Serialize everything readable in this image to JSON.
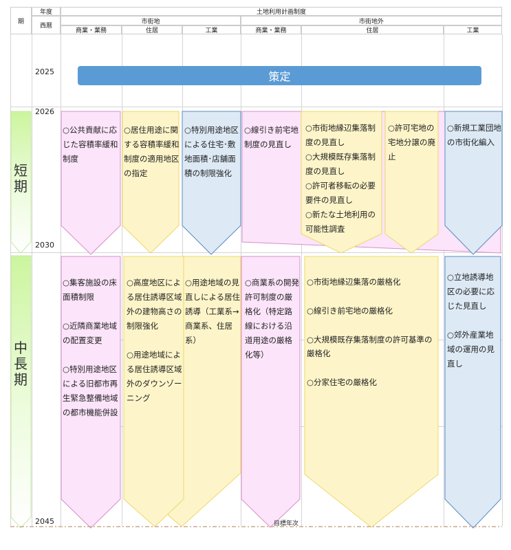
{
  "header": {
    "period": "期",
    "fiscal_year": "年度",
    "western_year": "西暦",
    "system": "土地利用計画制度",
    "urban": "市街地",
    "non_urban": "市街地外",
    "columns": [
      "商業・業務",
      "住居",
      "工業",
      "商業・業務",
      "住居",
      "工業"
    ]
  },
  "years": {
    "y2025": "2025",
    "y2026": "2026",
    "y2030": "2030",
    "y2045": "2045"
  },
  "formulation_bar": "策定",
  "phases": {
    "short": "短期",
    "mid_long": "中長期"
  },
  "short_term": {
    "urban_commercial": [
      "○公共貢献に応じた容積率緩和制度"
    ],
    "urban_residential": [
      "○居住用途に関する容積率緩和制度の適用地区の指定"
    ],
    "urban_industrial": [
      "○特別用途地区による住宅･敷地面積･店舗面積の制限強化"
    ],
    "non_urban_commercial": [
      "○線引き前宅地制度の見直し"
    ],
    "non_urban_residential_a": [
      "○市街地縁辺集落制度の見直し",
      "○大規模既存集落制度の見直し",
      "○許可者移転の必要要件の見直し",
      "○新たな土地利用の可能性調査"
    ],
    "non_urban_residential_b": [
      "○許可宅地の宅地分譲の廃止"
    ],
    "non_urban_industrial": [
      "○新規工業団地の市街化編入"
    ]
  },
  "mid_long_term": {
    "urban_commercial": [
      "○集客施設の床面積制限",
      "○近隣商業地域の配置変更",
      "○特別用途地区による旧都市再生緊急整備地域の都市機能併設"
    ],
    "urban_residential": [
      "○高度地区による居住誘導区域外の建物高さの制限強化",
      "○用途地域による居住誘導区域外のダウンゾーニング"
    ],
    "urban_industrial": [
      "○用途地域の見直しによる居住誘導（工業系→商業系、住居系）"
    ],
    "non_urban_commercial": [
      "○商業系の開発許可制度の厳格化（特定路線における沿道用途の厳格化等）"
    ],
    "non_urban_residential": [
      "○市街地縁辺集落の厳格化",
      "○線引き前宅地の厳格化",
      "○大規模既存集落制度の許可基準の厳格化",
      "○分家住宅の厳格化"
    ],
    "non_urban_industrial": [
      "○立地誘導地区の必要に応じた見直し",
      "○郊外産業地域の運用の見直し"
    ]
  },
  "target_year_label": "目標年次",
  "colors": {
    "pink": "#fce4fa",
    "pink_border": "#d68fc9",
    "yellow": "#fdf5c9",
    "yellow_border": "#ecd86a",
    "blue": "#ddeaf6",
    "blue_border": "#5a8bbf",
    "green": "#ccf59e",
    "bar": "#5b9bd5"
  }
}
